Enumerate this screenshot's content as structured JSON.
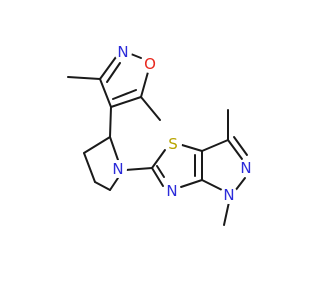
{
  "molecule": {
    "atom_labels": {
      "isoxazole_nitrogen": "N",
      "isoxazole_oxygen": "O",
      "pyrrolidine_nitrogen": "N",
      "thiazole_sulfur": "S",
      "thiazole_nitrogen": "N",
      "pyrazole_nitrogen_top": "N",
      "pyrazole_nitrogen_methyl": "N"
    },
    "colors": {
      "bond": "#1a1a1a",
      "nitrogen": "#2b2bd9",
      "oxygen": "#e8281e",
      "sulfur": "#b8a400"
    }
  }
}
